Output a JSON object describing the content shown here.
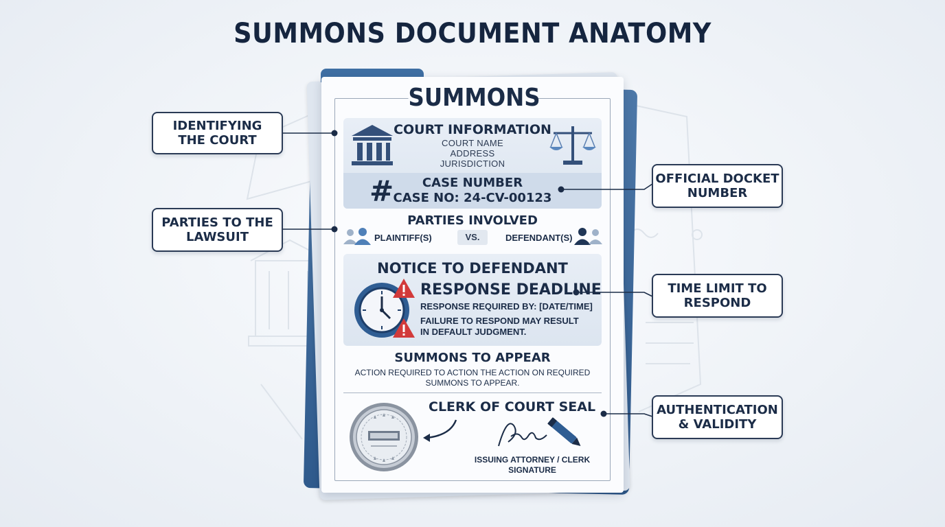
{
  "title": "SUMMONS DOCUMENT ANATOMY",
  "document": {
    "heading": "SUMMONS",
    "court": {
      "title": "COURT INFORMATION",
      "lines": [
        "COURT NAME",
        "ADDRESS",
        "JURISDICTION"
      ],
      "icons": [
        "courthouse-icon",
        "scales-icon"
      ]
    },
    "case": {
      "symbol": "#",
      "title": "CASE NUMBER",
      "number": "CASE NO: 24-CV-00123"
    },
    "parties": {
      "title": "PARTIES INVOLVED",
      "plaintiff": "PLAINTIFF(S)",
      "vs": "VS.",
      "defendant": "DEFENDANT(S)"
    },
    "notice": {
      "title": "NOTICE TO DEFENDANT",
      "deadline_title": "RESPONSE DEADLINE",
      "required_by": "RESPONSE REQUIRED BY: [DATE/TIME]",
      "warning_line1": "FAILURE TO RESPOND MAY RESULT",
      "warning_line2": "IN DEFAULT JUDGMENT."
    },
    "appear": {
      "title": "SUMMONS TO APPEAR",
      "line1": "ACTION REQUIRED TO ACTION THE ACTION ON REQUIRED",
      "line2": "SUMMONS TO APPEAR."
    },
    "seal": {
      "title": "CLERK OF COURT SEAL",
      "signature_line1": "ISSUING ATTORNEY / CLERK",
      "signature_line2": "SIGNATURE"
    }
  },
  "callouts": {
    "court": "IDENTIFYING\nTHE COURT",
    "parties": "PARTIES TO THE\nLAWSUIT",
    "docket": "OFFICIAL DOCKET\nNUMBER",
    "deadline": "TIME LIMIT TO\nRESPOND",
    "auth": "AUTHENTICATION\n& VALIDITY"
  },
  "colors": {
    "navy": "#1b2c47",
    "accent_blue": "#3f6fa3",
    "warning_red": "#d23a3a",
    "panel_blue": "#dce5f0"
  }
}
